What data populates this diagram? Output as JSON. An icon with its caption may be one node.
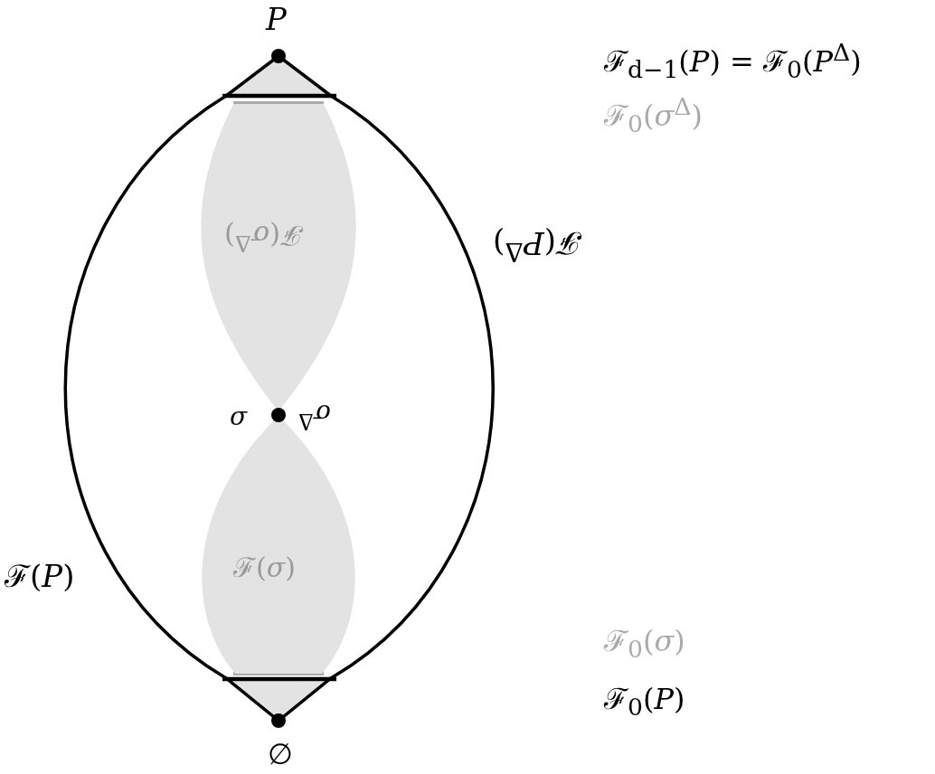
{
  "diagram": {
    "nodes": [
      {
        "text": [
          "ℱ(*P*)",
          "ℱ(*P*$^{Δ}$)"
        ]
      },
      {
        "text": [
          "ℱ(*σ*$^{Δ}$)"
        ],
        "in": 0
      },
      {
        "text": [
          "ℱ(*σ*)"
        ],
        "in": 0
      },
      {
        "text": [
          "*P*"
        ]
      },
      {
        "text": [
          "*σ*",
          "*σ*$^{Δ}$"
        ],
        "in": 0
      },
      {
        "text": [
          "∅"
        ]
      }
    ],
    "labels": [
      "ℱ$_{d−1}$(*P*) = ℱ$_{0}$(*P*$^{Δ}$)",
      "ℱ$_{0}$(*σ*$^{Δ}$)",
      "ℱ$_{0}$(*σ*)",
      "ℱ$_{0}$(*P*)"
    ]
  }
}
